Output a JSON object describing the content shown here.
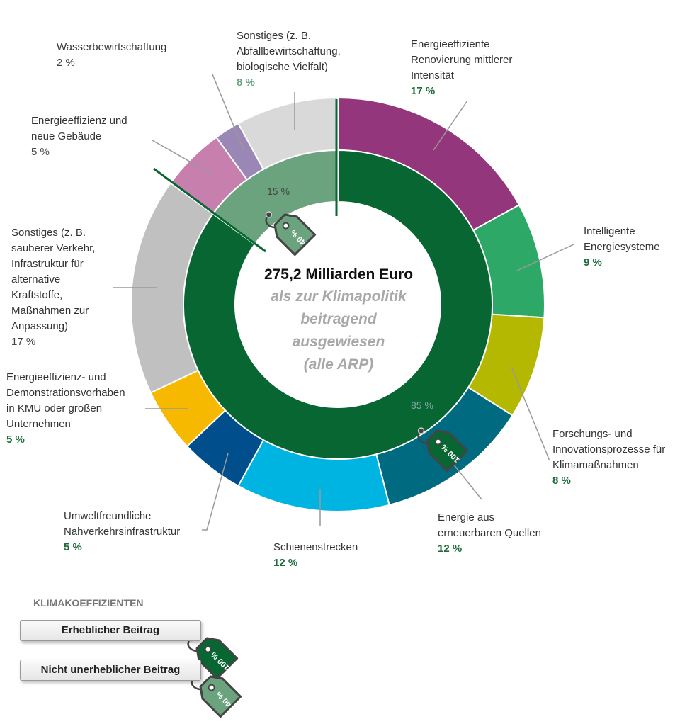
{
  "chart_data": {
    "type": "pie",
    "variant": "nested-donut",
    "center_title": "275,2 Milliarden Euro",
    "center_subtitle": [
      "als zur Klimapolitik",
      "beitragend",
      "ausgewiesen",
      "(alle ARP)"
    ],
    "outer_ring": [
      {
        "label": [
          "Energieeffiziente",
          "Renovierung mittlerer",
          "Intensität"
        ],
        "value": 17,
        "display": "17 %",
        "color": "#93367c"
      },
      {
        "label": [
          "Intelligente",
          "Energiesysteme"
        ],
        "value": 9,
        "display": "9 %",
        "color": "#2ea866"
      },
      {
        "label": [
          "Forschungs- und",
          "Innovationsprozesse für",
          "Klimamaßnahmen"
        ],
        "value": 8,
        "display": "8 %",
        "color": "#b5b800"
      },
      {
        "label": [
          "Energie aus",
          "erneuerbaren Quellen"
        ],
        "value": 12,
        "display": "12 %",
        "color": "#006a80"
      },
      {
        "label": [
          "Schienenstrecken"
        ],
        "value": 12,
        "display": "12 %",
        "color": "#00b4e2"
      },
      {
        "label": [
          "Umweltfreundliche",
          "Nahverkehrsinfrastruktur"
        ],
        "value": 5,
        "display": "5 %",
        "color": "#004f8c"
      },
      {
        "label": [
          "Energieeffizienz- und",
          "Demonstrationsvorhaben",
          "in KMU oder großen",
          "Unternehmen"
        ],
        "value": 5,
        "display": "5 %",
        "color": "#f7b900"
      },
      {
        "label": [
          "Sonstiges (z. B.",
          "sauberer Verkehr,",
          "Infrastruktur für",
          "alternative",
          "Kraftstoffe,",
          "Maßnahmen zur",
          "Anpassung)"
        ],
        "value": 17,
        "display": "17 %",
        "color": "#c0c0c0"
      },
      {
        "label": [
          "Energieeffizienz und",
          "neue Gebäude"
        ],
        "value": 5,
        "display": "5 %",
        "color": "#c77fae"
      },
      {
        "label": [
          "Wasserbewirtschaftung"
        ],
        "value": 2,
        "display": "2 %",
        "color": "#9b87b5"
      },
      {
        "label": [
          "Sonstiges (z. B.",
          "Abfallbewirtschaftung,",
          "biologische Vielfalt)"
        ],
        "value": 8,
        "display": "8 %",
        "color": "#d9d9d9"
      }
    ],
    "inner_ring": [
      {
        "value": 85,
        "display": "85 %",
        "coefficient": "100 %",
        "color": "#076632"
      },
      {
        "value": 15,
        "display": "15 %",
        "coefficient": "40 %",
        "color": "#6aa37d"
      }
    ]
  },
  "legend": {
    "title": "KLIMAKOEFFIZIENTEN",
    "items": [
      {
        "label": "Erheblicher Beitrag",
        "tag": "100 %",
        "color": "#076632"
      },
      {
        "label": "Nicht unerheblicher Beitrag",
        "tag": "40 %",
        "color": "#6aa37d"
      }
    ]
  }
}
